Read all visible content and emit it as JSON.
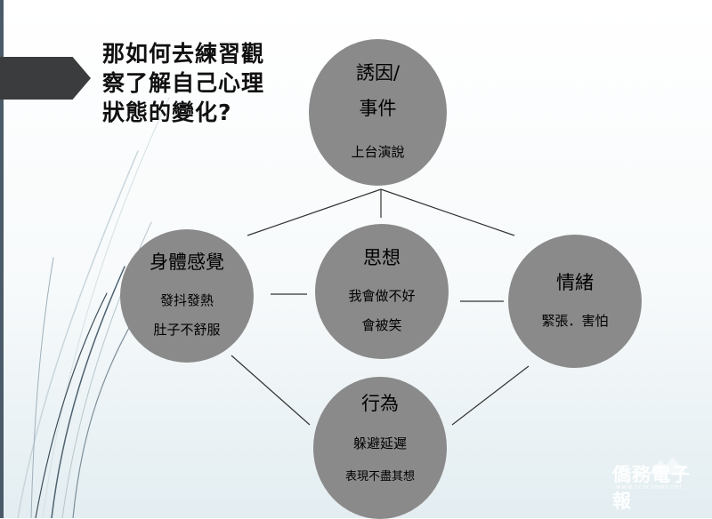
{
  "title": "那如何去練習觀\n察了解自己心理\n狀態的變化?",
  "nodes": {
    "trigger": {
      "heading": "誘因/",
      "heading2": "事件",
      "detail": "上台演說"
    },
    "body": {
      "heading": "身體感覺",
      "lines": [
        "發抖發熱",
        "肚子不舒服"
      ]
    },
    "thought": {
      "heading": "思想",
      "lines": [
        "我會做不好",
        "會被笑"
      ]
    },
    "emotion": {
      "heading": "情緒",
      "lines": [
        "緊張．害怕"
      ]
    },
    "behavior": {
      "heading": "行為",
      "lines": [
        "躲避延遲",
        "表現不盡其想"
      ]
    }
  },
  "watermark": {
    "text": "僑務電子報",
    "url": "www.ocacnews.net"
  },
  "colors": {
    "node_fill": "#8a8a8a",
    "banner": "#3a3c3d",
    "connector": "#333333",
    "accent_bar": "#4a5a68"
  }
}
